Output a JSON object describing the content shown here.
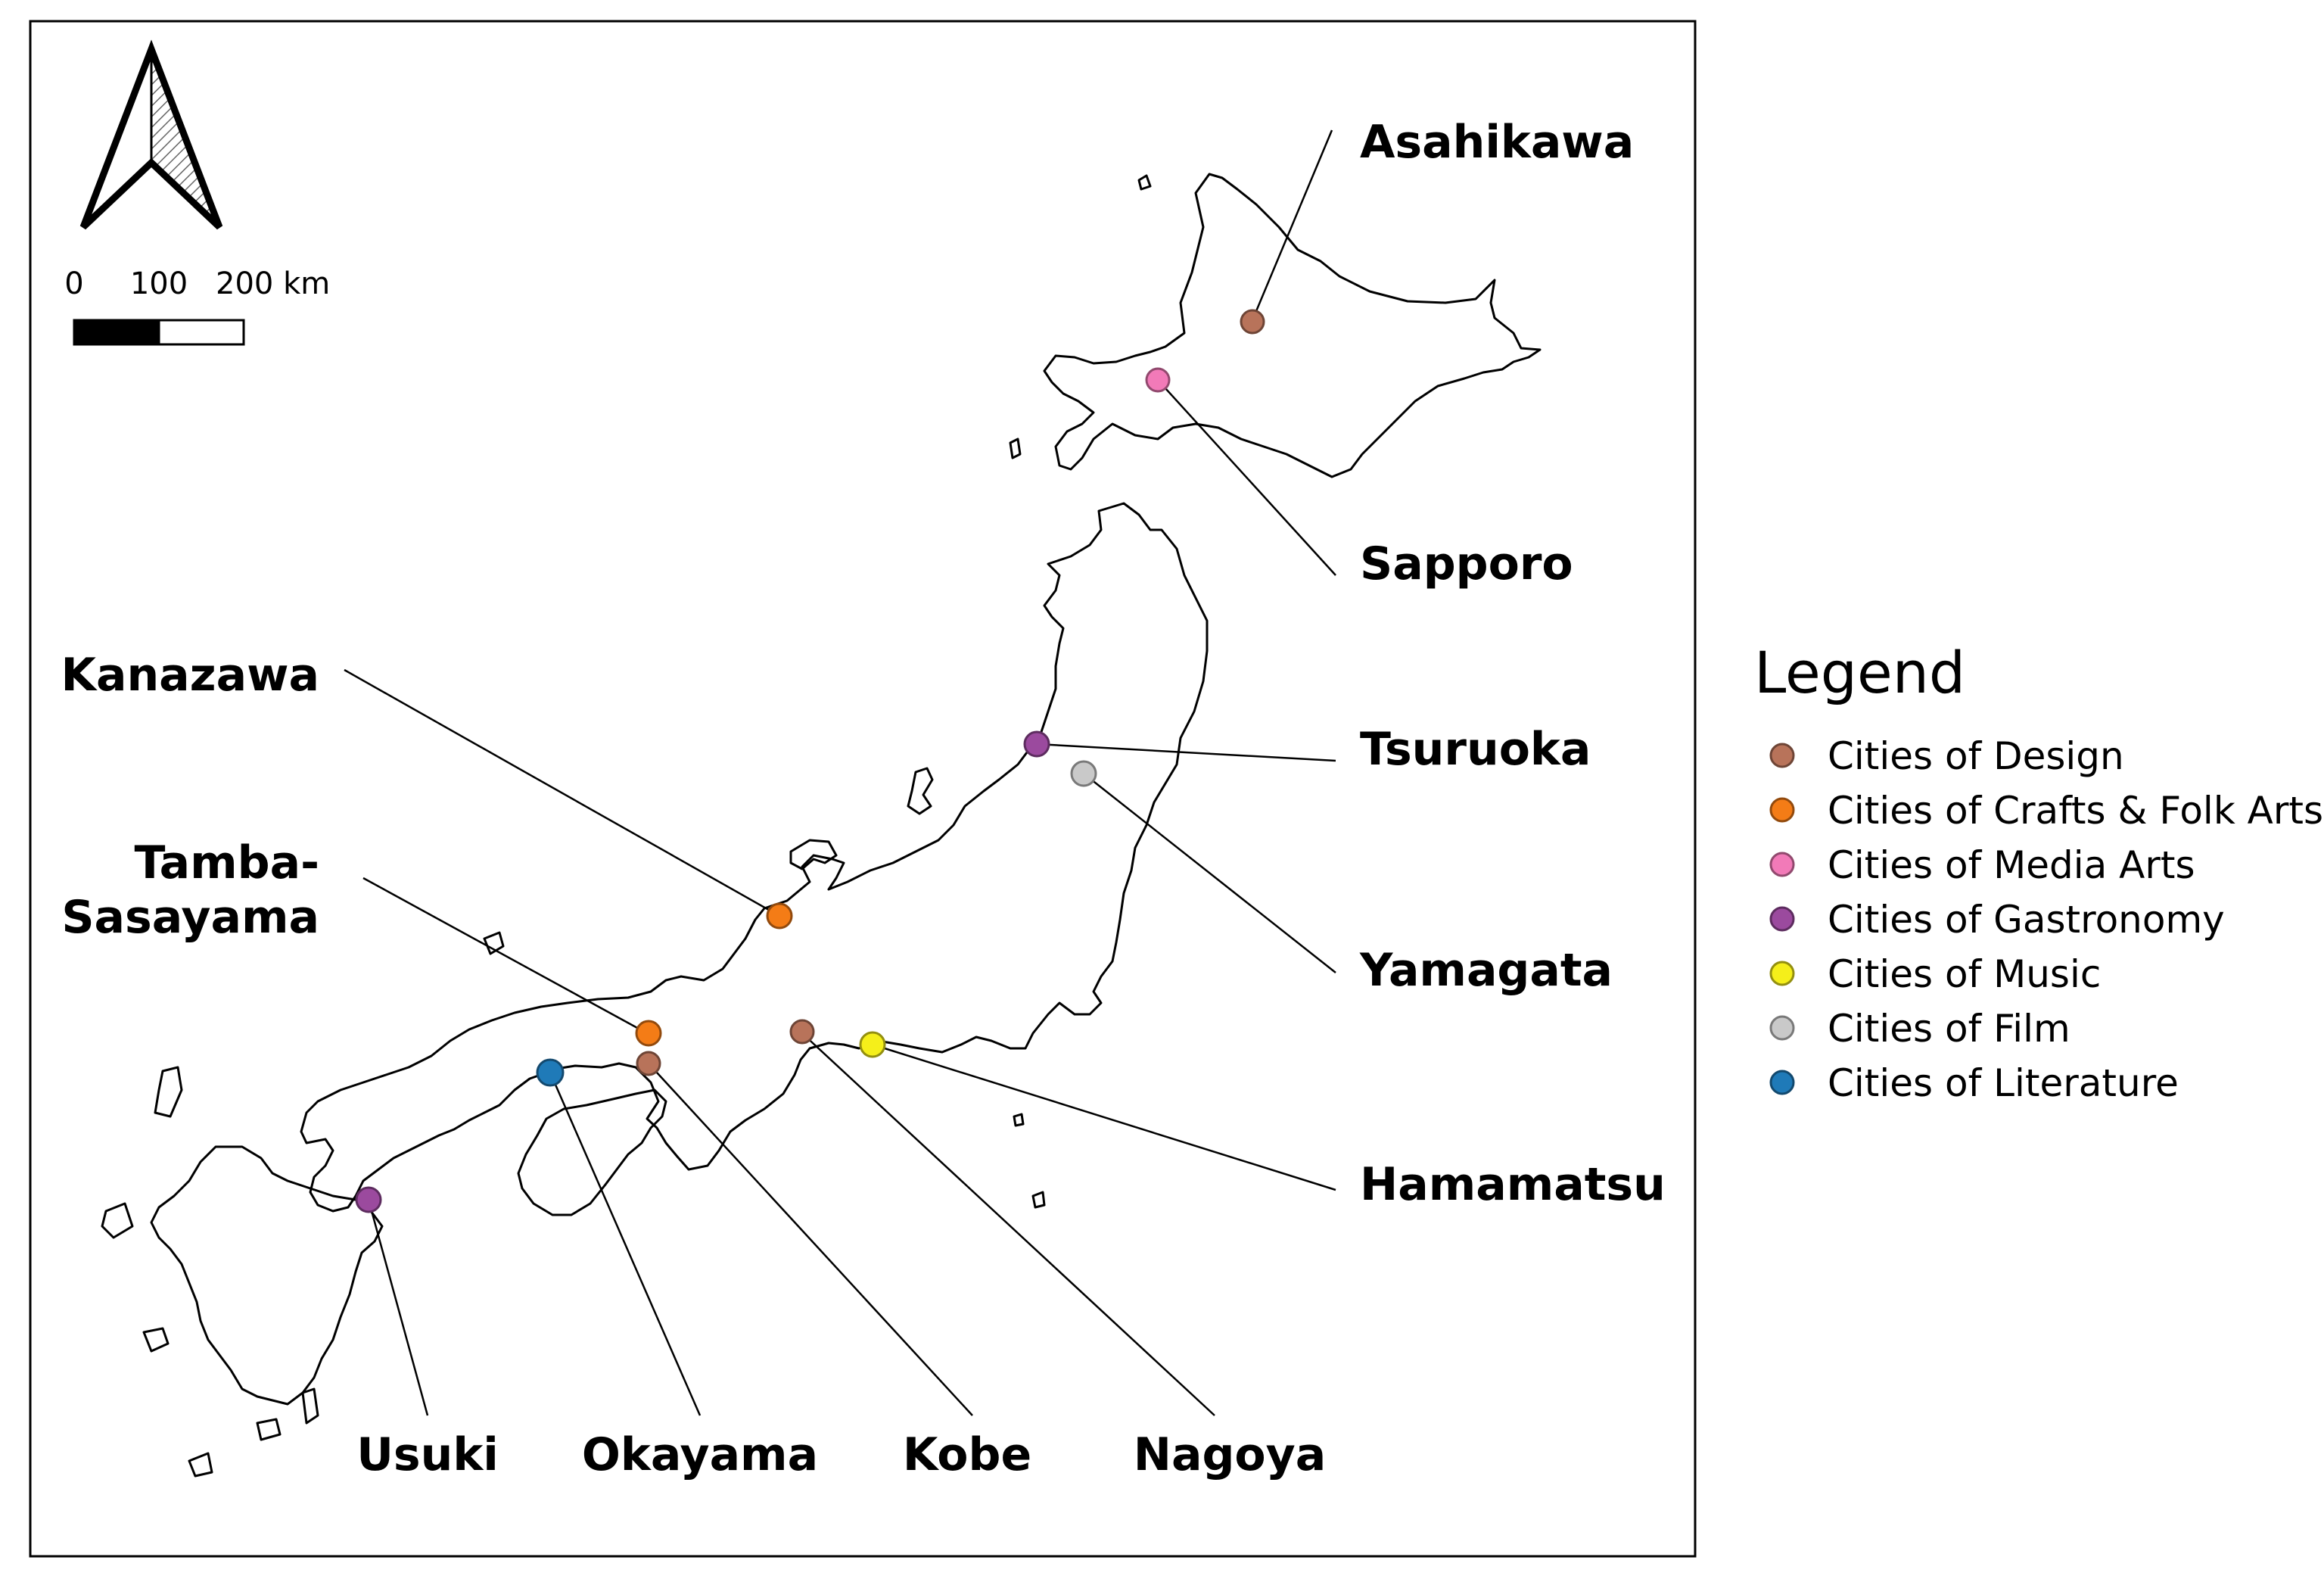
{
  "map": {
    "scale_bar": {
      "labels": [
        "0",
        "100",
        "200 km"
      ]
    },
    "north_arrow_icon": "north-arrow-icon",
    "category_colors": {
      "design": "#b8735a",
      "crafts": "#f47c16",
      "media": "#f27ab8",
      "gastronomy": "#9b4a9e",
      "music": "#f5ef1a",
      "film": "#c9c9c9",
      "literature": "#1f7ab8"
    },
    "cities": [
      {
        "name": "Asahikawa",
        "category": "design",
        "lines": [
          "Asahikawa"
        ]
      },
      {
        "name": "Sapporo",
        "category": "media",
        "lines": [
          "Sapporo"
        ]
      },
      {
        "name": "Kanazawa",
        "category": "crafts",
        "lines": [
          "Kanazawa"
        ]
      },
      {
        "name": "Tamba-Sasayama",
        "category": "crafts",
        "lines": [
          "Tamba-",
          "Sasayama"
        ]
      },
      {
        "name": "Tsuruoka",
        "category": "gastronomy",
        "lines": [
          "Tsuruoka"
        ]
      },
      {
        "name": "Yamagata",
        "category": "film",
        "lines": [
          "Yamagata"
        ]
      },
      {
        "name": "Hamamatsu",
        "category": "music",
        "lines": [
          "Hamamatsu"
        ]
      },
      {
        "name": "Usuki",
        "category": "gastronomy",
        "lines": [
          "Usuki"
        ]
      },
      {
        "name": "Okayama",
        "category": "literature",
        "lines": [
          "Okayama"
        ]
      },
      {
        "name": "Kobe",
        "category": "design",
        "lines": [
          "Kobe"
        ]
      },
      {
        "name": "Nagoya",
        "category": "design",
        "lines": [
          "Nagoya"
        ]
      }
    ]
  },
  "legend": {
    "title": "Legend",
    "items": [
      {
        "label": "Cities of Design",
        "category": "design"
      },
      {
        "label": "Cities of Crafts & Folk Arts",
        "category": "crafts"
      },
      {
        "label": "Cities of Media Arts",
        "category": "media"
      },
      {
        "label": "Cities of Gastronomy",
        "category": "gastronomy"
      },
      {
        "label": "Cities of Music",
        "category": "music"
      },
      {
        "label": "Cities of Film",
        "category": "film"
      },
      {
        "label": "Cities of Literature",
        "category": "literature"
      }
    ]
  }
}
